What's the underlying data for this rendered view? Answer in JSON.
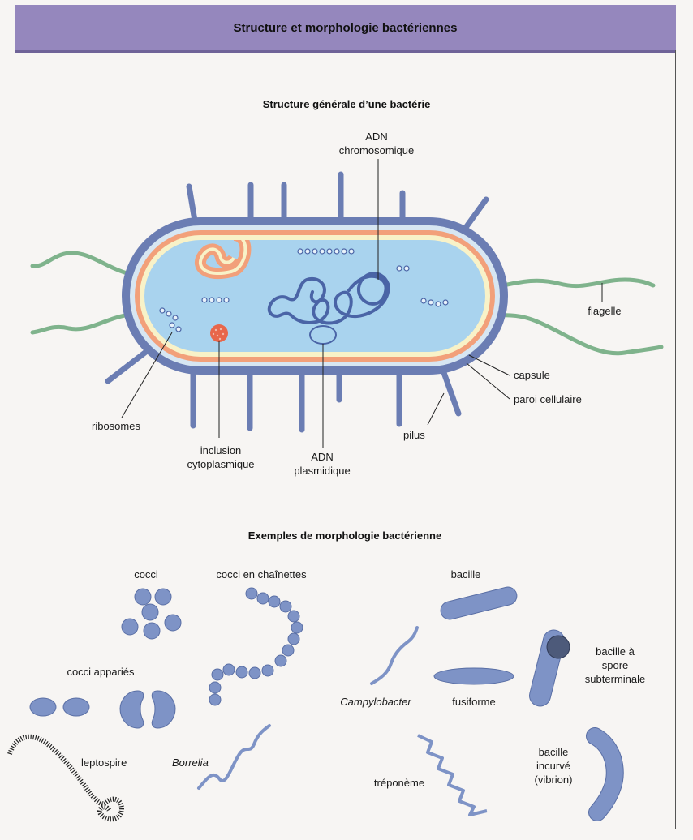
{
  "header": {
    "title": "Structure et morphologie bactériennes"
  },
  "structure": {
    "title": "Structure générale d’une bactérie",
    "labels": {
      "adn_chromo_1": "ADN",
      "adn_chromo_2": "chromosomique",
      "flagelle": "flagelle",
      "capsule": "capsule",
      "paroi": "paroi cellulaire",
      "pilus": "pilus",
      "ribosomes": "ribosomes",
      "inclusion_1": "inclusion",
      "inclusion_2": "cytoplasmique",
      "adn_plasm_1": "ADN",
      "adn_plasm_2": "plasmidique"
    },
    "colors": {
      "capsule": "#6b7db3",
      "paroi": "#f2a07a",
      "membrane": "#f8f2c8",
      "cytoplasm": "#a9d3ee",
      "dna": "#4a64a6",
      "flagellum": "#7fb38c",
      "inclusion": "#e8664a"
    }
  },
  "morphology": {
    "title": "Exemples de morphologie bactérienne",
    "labels": {
      "cocci": "cocci",
      "cocci_chainettes": "cocci en chaînettes",
      "cocci_apparies": "cocci appariés",
      "leptospire": "leptospire",
      "borrelia": "Borrelia",
      "bacille": "bacille",
      "campylobacter": "Campylobacter",
      "fusiforme": "fusiforme",
      "spore_1": "bacille à",
      "spore_2": "spore",
      "spore_3": "subterminale",
      "treponeme": "tréponème",
      "incurve_1": "bacille",
      "incurve_2": "incurvé",
      "incurve_3": "(vibrion)"
    },
    "colors": {
      "cell": "#7e93c6",
      "outline": "#5a6fa5"
    }
  }
}
